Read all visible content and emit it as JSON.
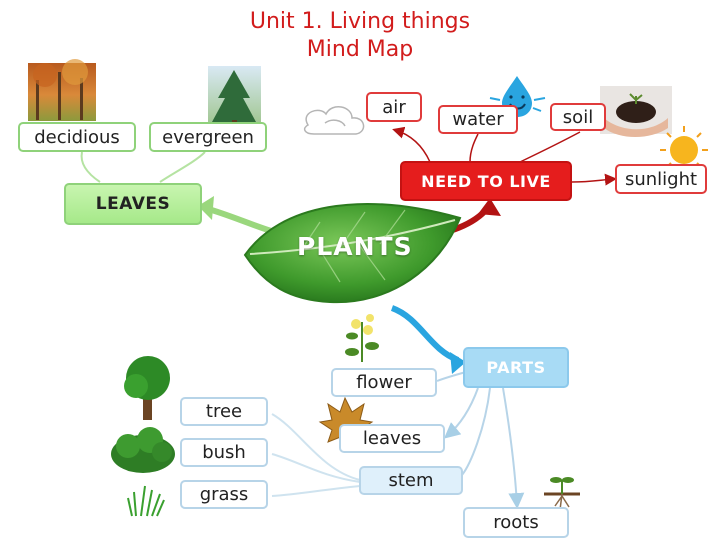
{
  "title": {
    "line1": "Unit 1. Living things",
    "line2": "Mind Map"
  },
  "center": {
    "label": "PLANTS"
  },
  "leaves_branch": {
    "label": "LEAVES",
    "children": [
      "decidious",
      "evergreen"
    ]
  },
  "need_branch": {
    "label": "NEED TO LIVE",
    "children": [
      "air",
      "water",
      "soil",
      "sunlight"
    ]
  },
  "parts_branch": {
    "label": "PARTS",
    "children": [
      "flower",
      "leaves",
      "stem",
      "roots"
    ],
    "stem_children": [
      "tree",
      "bush",
      "grass"
    ]
  },
  "colors": {
    "title": "#d21c1c",
    "leaves_branch": "#8fd27a",
    "need_branch": "#e51d1d",
    "parts_branch": "#a8dbf5",
    "center_leaf": "#3f9a2c"
  }
}
